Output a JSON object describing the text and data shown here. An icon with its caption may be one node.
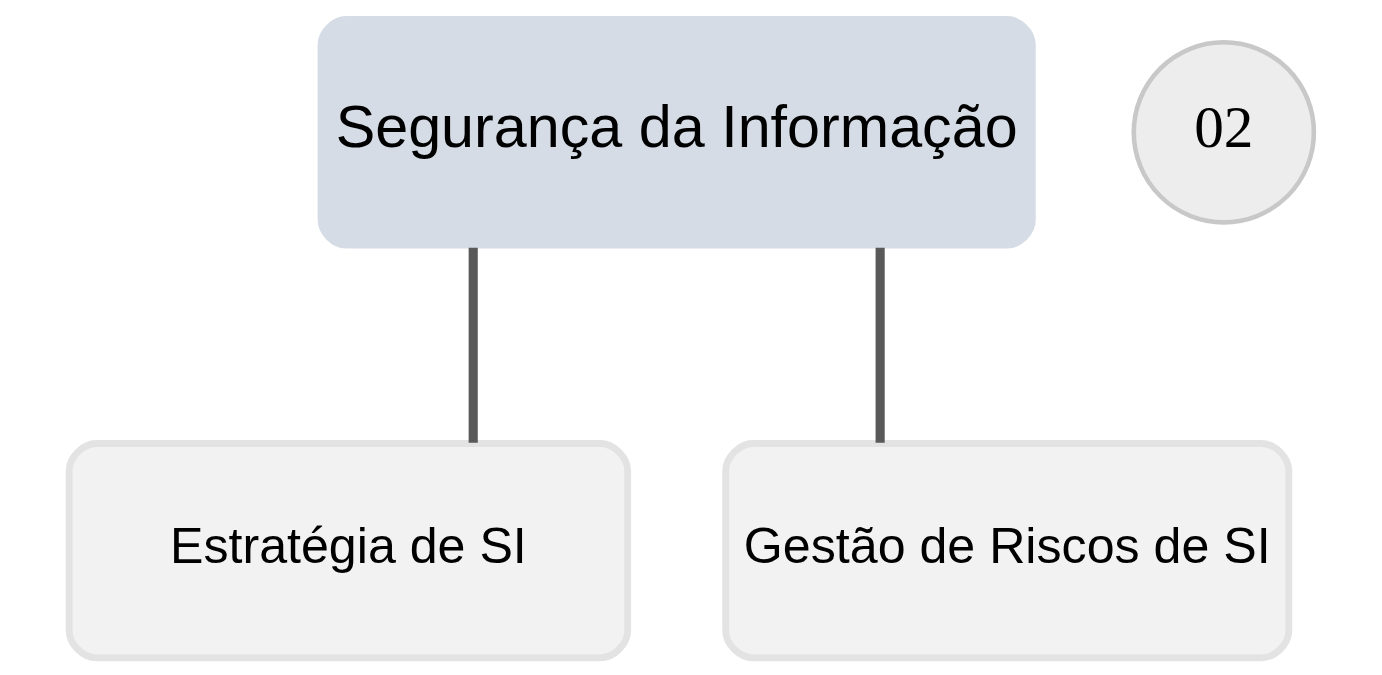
{
  "diagram": {
    "nodes": [
      {
        "text": [
          "Segurança da Informação"
        ]
      },
      {
        "text": [
          "02"
        ]
      },
      {
        "text": [
          "Estratégia de SI"
        ]
      },
      {
        "text": [
          "Gestão de Riscos de SI"
        ]
      }
    ],
    "edges": [
      {
        "from": 0,
        "to": 2,
        "arrow": "none"
      },
      {
        "from": 0,
        "to": 3,
        "arrow": "none"
      }
    ]
  }
}
